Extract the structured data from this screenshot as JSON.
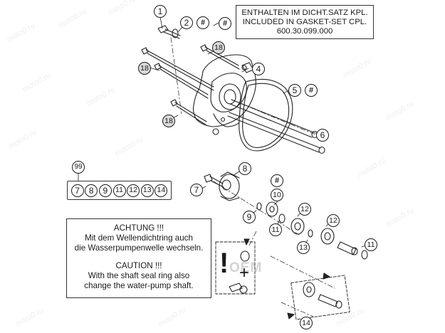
{
  "watermark": "moto0.ru",
  "notice_box": {
    "hash_symbol": "#",
    "lines": [
      "ENTHALTEN IM DICHT.SATZ KPL.",
      "INCLUDED IN GASKET-SET CPL.",
      "600.30.099.000"
    ]
  },
  "warning_box": {
    "de_title": "ACHTUNG !!!",
    "de_line1": "Mit dem Wellendichtring auch",
    "de_line2": "die Wasserpumpenwelle wechseln.",
    "en_title": "CAUTION !!!",
    "en_line1": "With the shaft seal ring also",
    "en_line2": "change the water-pump shaft."
  },
  "set_reference": {
    "label": "99",
    "items": [
      "7",
      "8",
      "9",
      "11",
      "12",
      "13",
      "14"
    ]
  },
  "callouts": {
    "c1": "1",
    "c2": "2",
    "hash_a": "#",
    "c18_top": "18",
    "c18_left": "18",
    "c18_low": "18",
    "c4": "4",
    "c5": "5",
    "hash_b": "#",
    "c6": "6",
    "c8": "8",
    "c7": "7",
    "hash_c": "#",
    "c10": "10",
    "c9": "9",
    "c11_a": "11",
    "c12_a": "12",
    "c12_b": "12",
    "c13": "13",
    "c11_b": "11",
    "c14": "14"
  },
  "tool_hint": {
    "exclaim": "!",
    "plus": "+"
  },
  "oem_mark": "OEM"
}
